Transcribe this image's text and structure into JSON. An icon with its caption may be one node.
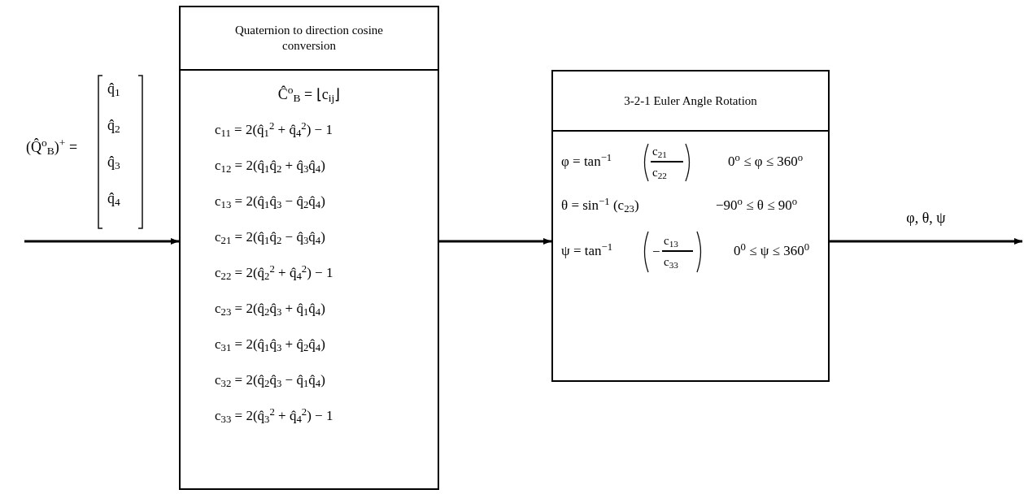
{
  "diagram": {
    "nodes": [
      {
        "text": [
          "Quaternion to direction cosine conversion",
          "Ĉ$^{o}$$_{B}$ = ⌊c$_{ij}$⌋",
          "c$_{11}$ = 2(q̂$_{1}$$^{2}$ + q̂$_{4}$$^{2}$) − 1",
          "c$_{12}$ = 2(q̂$_{1}$q̂$_{2}$ + q̂$_{3}$q̂$_{4}$)",
          "c$_{13}$ = 2(q̂$_{1}$q̂$_{3}$ − q̂$_{2}$q̂$_{4}$)",
          "c$_{21}$ = 2(q̂$_{1}$q̂$_{2}$ − q̂$_{3}$q̂$_{4}$)",
          "c$_{22}$ = 2(q̂$_{2}$$^{2}$ + q̂$_{4}$$^{2}$) − 1",
          "c$_{23}$ = 2(q̂$_{2}$q̂$_{3}$ + q̂$_{1}$q̂$_{4}$)",
          "c$_{31}$ = 2(q̂$_{1}$q̂$_{3}$ + q̂$_{2}$q̂$_{4}$)",
          "c$_{32}$ = 2(q̂$_{2}$q̂$_{3}$ − q̂$_{1}$q̂$_{4}$)",
          "c$_{33}$ = 2(q̂$_{3}$$^{2}$ + q̂$_{4}$$^{2}$) − 1"
        ]
      },
      {
        "text": [
          "3-2-1 Euler Angle Rotation",
          "φ = tan$^{−1}$",
          "c$_{21}$",
          "c$_{22}$",
          "0$^{o}$ ≤ φ ≤ 360$^{o}$",
          "θ = sin$^{−1}$ (c$_{23}$)",
          "−90$^{o}$ ≤ θ ≤ 90$^{o}$",
          "ψ = tan$^{−1}$",
          "−",
          "c$_{13}$",
          "c$_{33}$",
          "0$^{0}$ ≤ ψ ≤ 360$^{0}$"
        ]
      }
    ],
    "edges": [
      {
        "from": null,
        "to": 0,
        "arrow": "to"
      },
      {
        "from": 0,
        "to": 1,
        "arrow": "to"
      },
      {
        "from": 1,
        "to": null,
        "arrow": "to",
        "label": "φ, θ, ψ"
      }
    ],
    "labels": [
      "(Q̂$^{o}$$_{B}$)$^{+}$ =",
      "q̂$_{1}$",
      "q̂$_{2}$",
      "q̂$_{3}$",
      "q̂$_{4}$"
    ]
  }
}
